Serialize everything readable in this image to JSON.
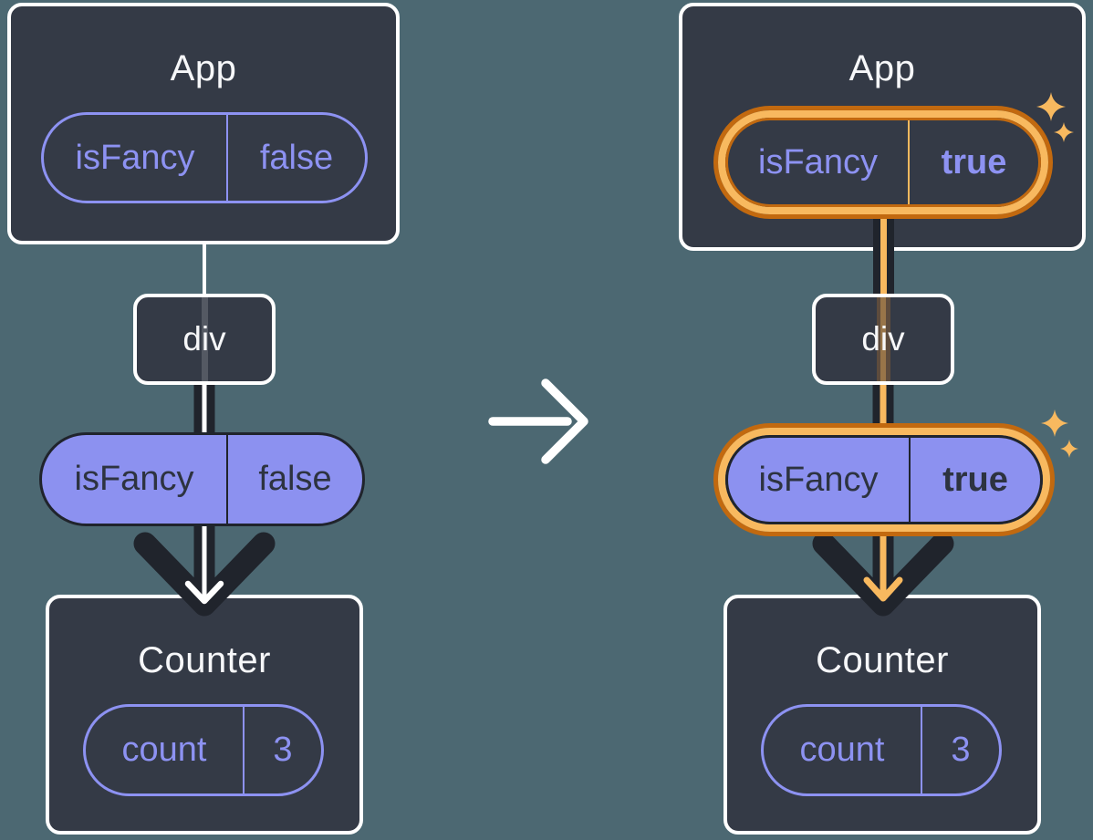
{
  "panels": {
    "before": {
      "app": {
        "title": "App",
        "prop": {
          "name": "isFancy",
          "value": "false"
        }
      },
      "div": {
        "label": "div"
      },
      "passed_prop": {
        "name": "isFancy",
        "value": "false"
      },
      "counter": {
        "title": "Counter",
        "state": {
          "name": "count",
          "value": "3"
        }
      }
    },
    "after": {
      "app": {
        "title": "App",
        "prop": {
          "name": "isFancy",
          "value": "true"
        }
      },
      "div": {
        "label": "div"
      },
      "passed_prop": {
        "name": "isFancy",
        "value": "true"
      },
      "counter": {
        "title": "Counter",
        "state": {
          "name": "count",
          "value": "3"
        }
      }
    }
  },
  "icons": {
    "transition": "arrow-right-icon",
    "data_flow_before": "arrow-down-icon-white",
    "data_flow_after": "arrow-down-icon-orange",
    "highlight": "sparkle-icon"
  },
  "colors": {
    "background": "#4C6872",
    "card_fill": "#343A46",
    "card_border": "#FFFFFF",
    "purple_stroke": "#8D92F2",
    "purple_fill": "#8C91F0",
    "dark_arrow": "#20242C",
    "dark_text": "#2D3340",
    "orange_dark": "#C2690F",
    "orange_light": "#F8B95F",
    "white_text": "#F6F7F9"
  }
}
